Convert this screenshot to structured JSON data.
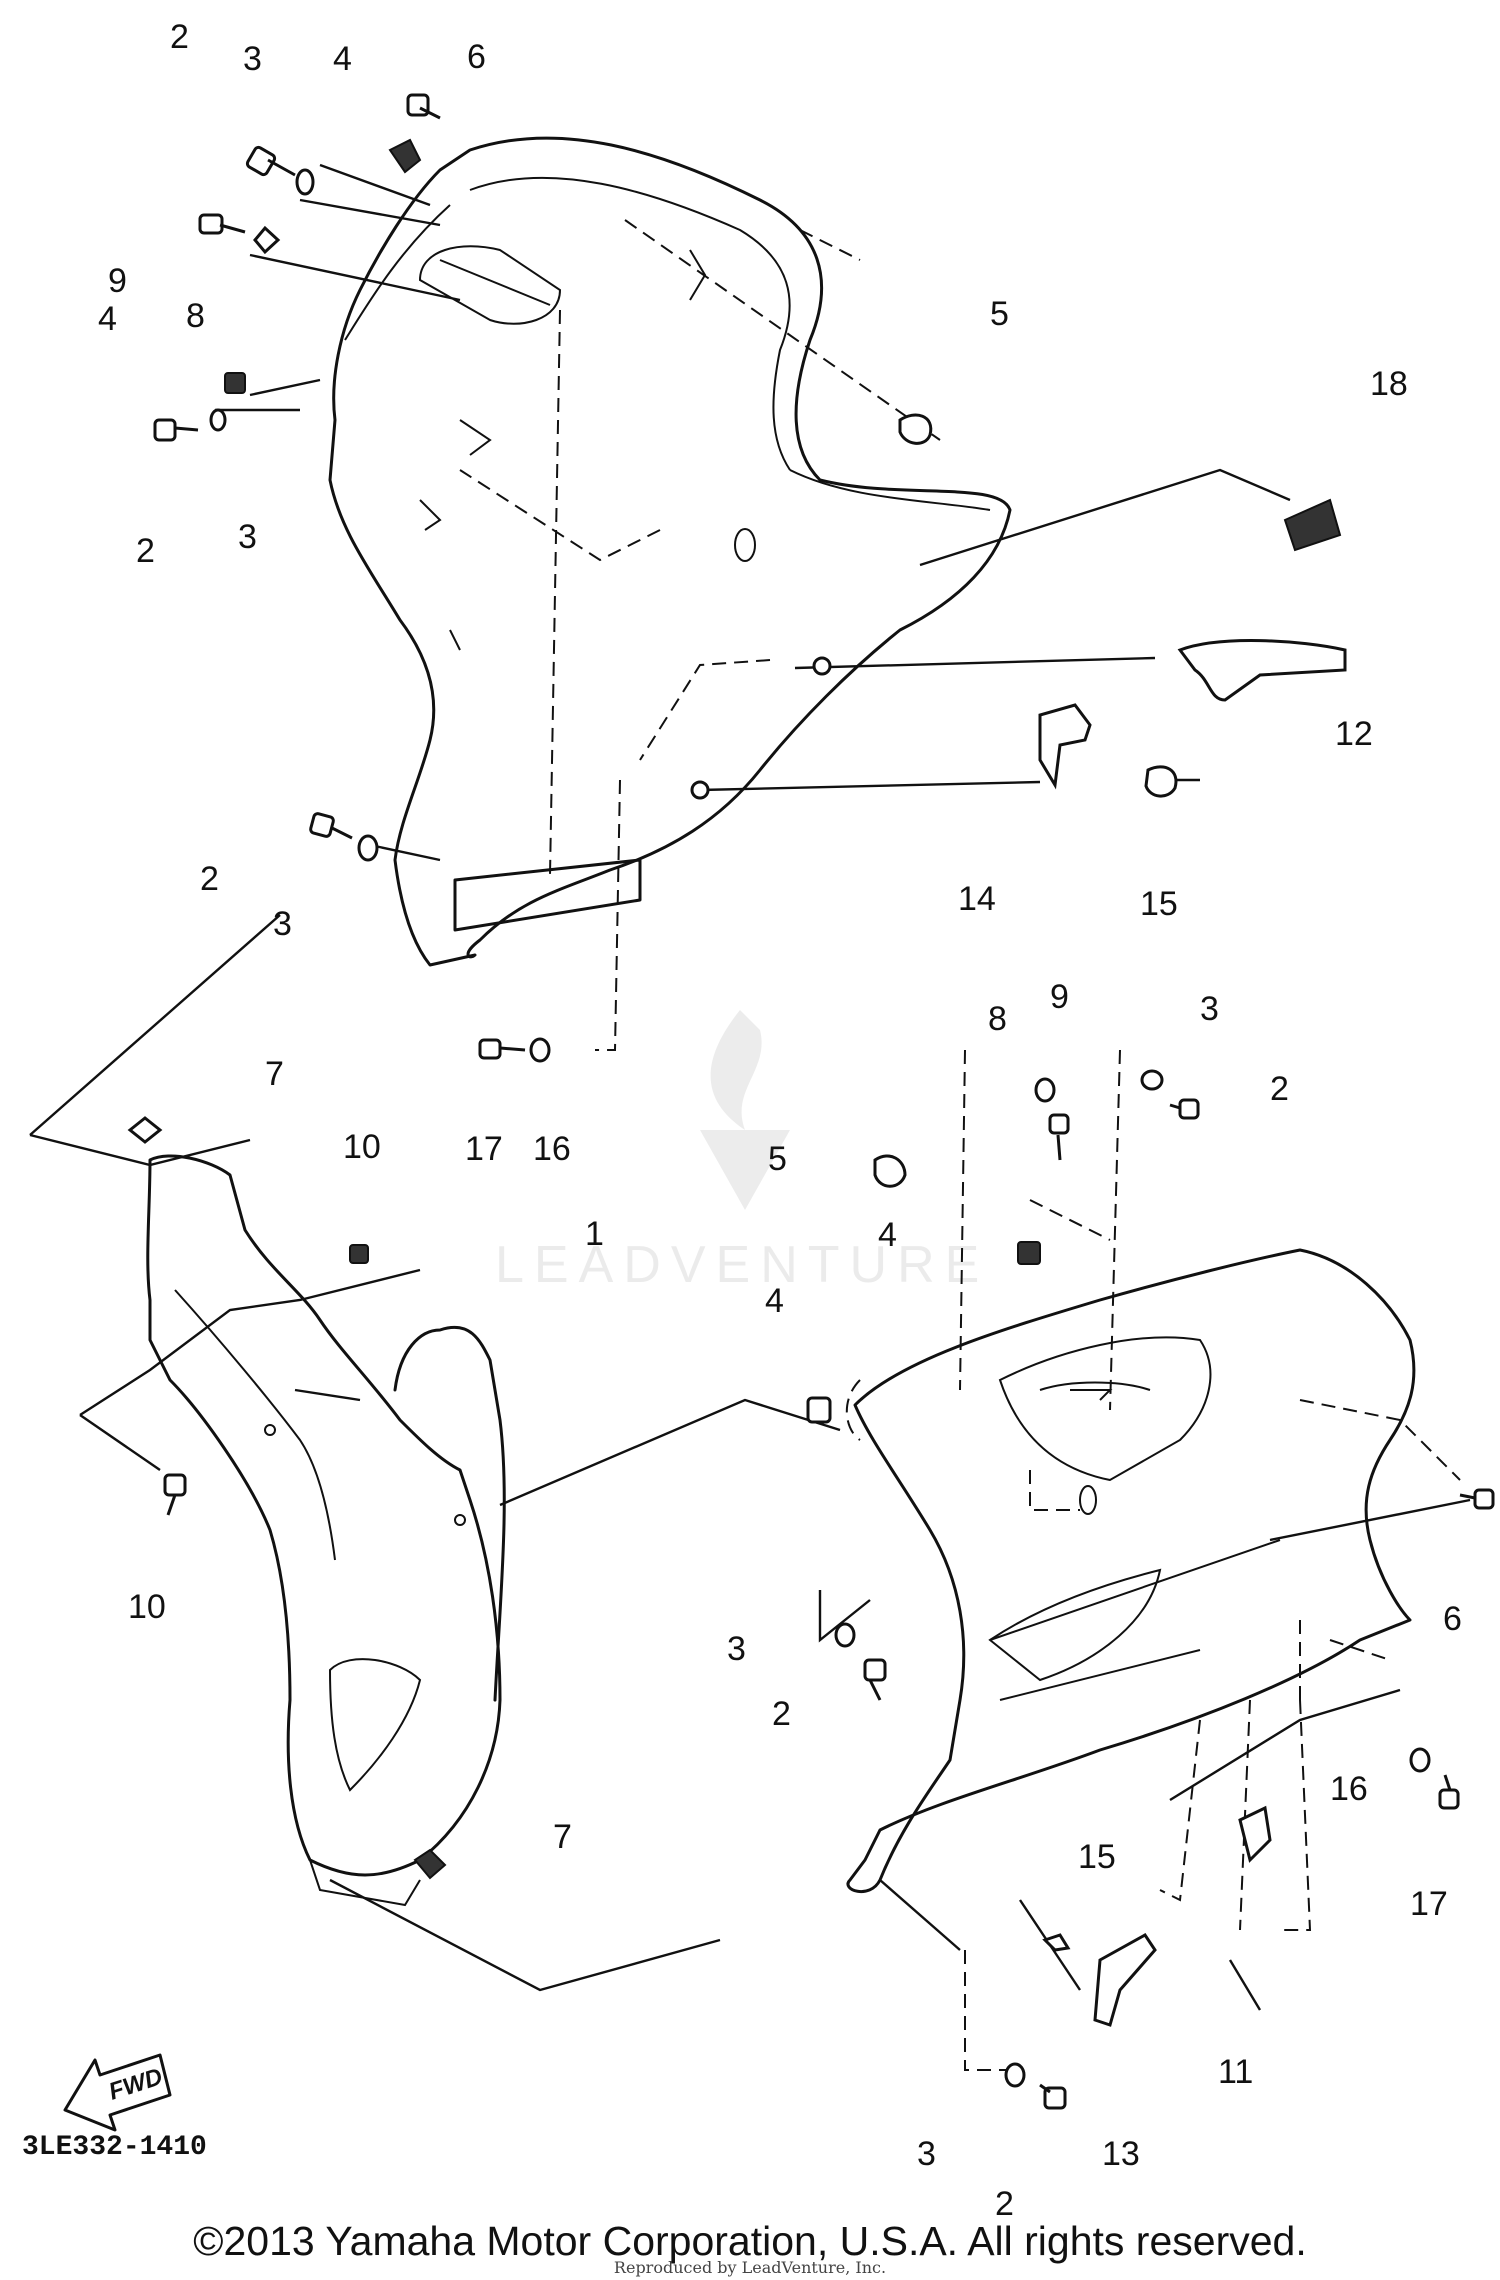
{
  "diagram": {
    "code": "3LE332-1410",
    "fwd_label": "FWD",
    "watermark": "LEADVENTURE",
    "copyright": "©2013 Yamaha Motor Corporation, U.S.A. All rights reserved.",
    "reproduced_by": "Reproduced by LeadVenture, Inc.",
    "callouts": [
      {
        "id": "c2a",
        "label": "2"
      },
      {
        "id": "c3a",
        "label": "3"
      },
      {
        "id": "c4a",
        "label": "4"
      },
      {
        "id": "c6a",
        "label": "6"
      },
      {
        "id": "c9a",
        "label": "9"
      },
      {
        "id": "c8a",
        "label": "8"
      },
      {
        "id": "c4b",
        "label": "4"
      },
      {
        "id": "c2b",
        "label": "2"
      },
      {
        "id": "c3b",
        "label": "3"
      },
      {
        "id": "c5a",
        "label": "5"
      },
      {
        "id": "c18",
        "label": "18"
      },
      {
        "id": "c12",
        "label": "12"
      },
      {
        "id": "c14",
        "label": "14"
      },
      {
        "id": "c15a",
        "label": "15"
      },
      {
        "id": "c2c",
        "label": "2"
      },
      {
        "id": "c3c",
        "label": "3"
      },
      {
        "id": "c17a",
        "label": "17"
      },
      {
        "id": "c16a",
        "label": "16"
      },
      {
        "id": "c7a",
        "label": "7"
      },
      {
        "id": "c10a",
        "label": "10"
      },
      {
        "id": "c1",
        "label": "1"
      },
      {
        "id": "c10b",
        "label": "10"
      },
      {
        "id": "c7b",
        "label": "7"
      },
      {
        "id": "c8b",
        "label": "8"
      },
      {
        "id": "c9b",
        "label": "9"
      },
      {
        "id": "c3d",
        "label": "3"
      },
      {
        "id": "c2d",
        "label": "2"
      },
      {
        "id": "c5b",
        "label": "5"
      },
      {
        "id": "c4c",
        "label": "4"
      },
      {
        "id": "c4d",
        "label": "4"
      },
      {
        "id": "c6b",
        "label": "6"
      },
      {
        "id": "c3e",
        "label": "3"
      },
      {
        "id": "c2e",
        "label": "2"
      },
      {
        "id": "c16b",
        "label": "16"
      },
      {
        "id": "c17b",
        "label": "17"
      },
      {
        "id": "c15b",
        "label": "15"
      },
      {
        "id": "c11",
        "label": "11"
      },
      {
        "id": "c13",
        "label": "13"
      },
      {
        "id": "c3f",
        "label": "3"
      },
      {
        "id": "c2f",
        "label": "2"
      }
    ]
  }
}
